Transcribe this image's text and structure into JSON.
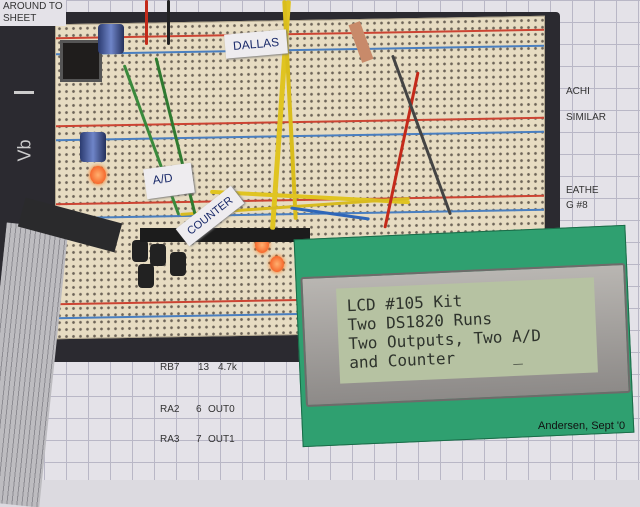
{
  "lcd": {
    "lines": [
      "LCD #105 Kit",
      "Two DS1820 Runs",
      "Two Outputs, Two A/D",
      "and Counter      _"
    ]
  },
  "labels": {
    "dallas": "DALLAS",
    "ad": "A/D",
    "counter": "COUNTER"
  },
  "board_marks": {
    "vb": "Vb"
  },
  "paper_notes": {
    "top_left": "AROUND TO\nSHEET",
    "rows": [
      {
        "pin": "RB7",
        "num": "13",
        "val": "4.7k"
      },
      {
        "pin": "RA2",
        "num": "6",
        "val": "OUT0"
      },
      {
        "pin": "RA3",
        "num": "7",
        "val": "OUT1"
      }
    ],
    "signature": "Andersen, Sept '0",
    "right_notes": [
      "ACHI",
      "SIMILAR",
      "EATHE",
      "G #8"
    ]
  }
}
